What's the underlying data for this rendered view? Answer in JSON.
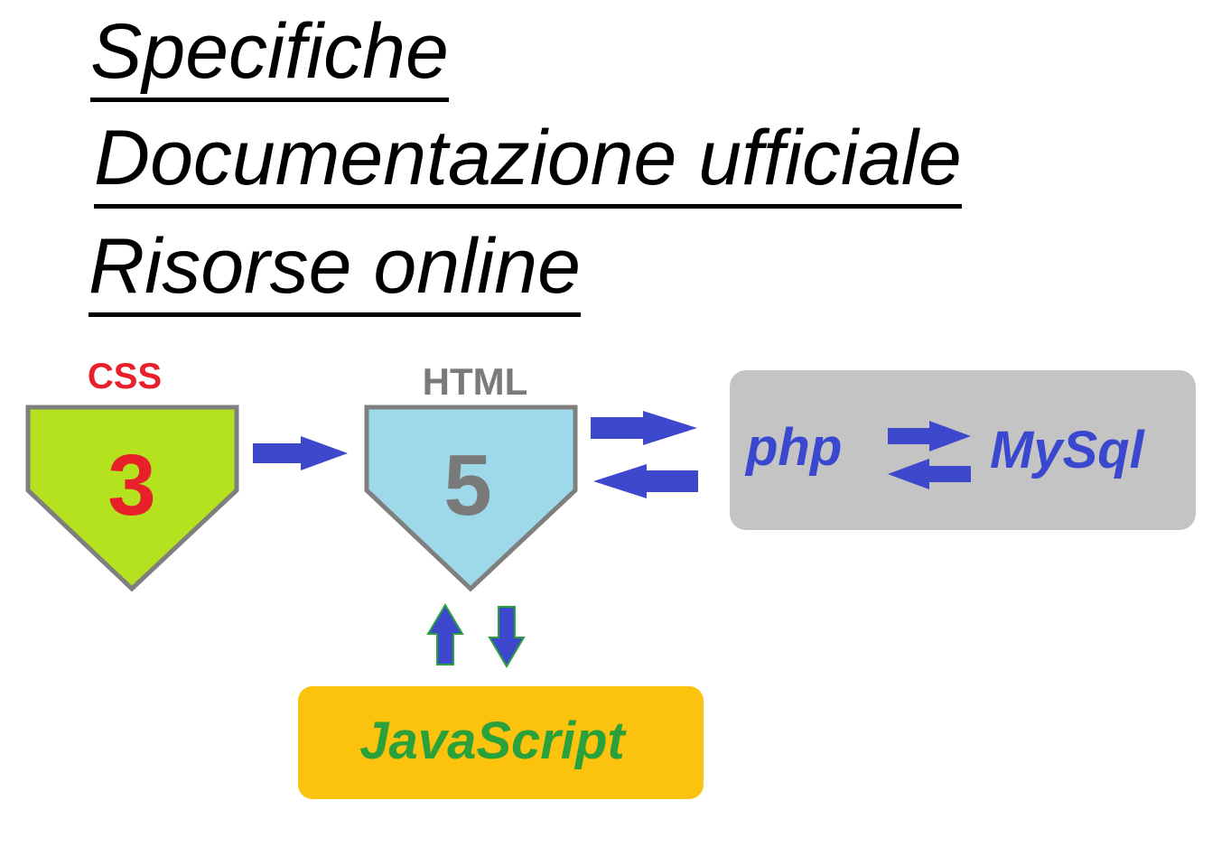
{
  "headings": {
    "line1": "Specifiche",
    "line2": "Documentazione ufficiale",
    "line3": "Risorse online"
  },
  "css_badge": {
    "label": "CSS",
    "version": "3",
    "label_color": "#e8202a",
    "fill_color": "#b5e21e"
  },
  "html_badge": {
    "label": "HTML",
    "version": "5",
    "label_color": "#7a7a7a",
    "fill_color": "#9dd9e8"
  },
  "server_box": {
    "left": "php",
    "right": "MySql",
    "text_color": "#3a47cf",
    "fill_color": "#c4c4c4"
  },
  "js_box": {
    "label": "JavaScript",
    "text_color": "#2aa13a",
    "fill_color": "#fcc30e"
  },
  "colors": {
    "arrow": "#3e48cc",
    "badge_border": "#7f7f7f"
  }
}
